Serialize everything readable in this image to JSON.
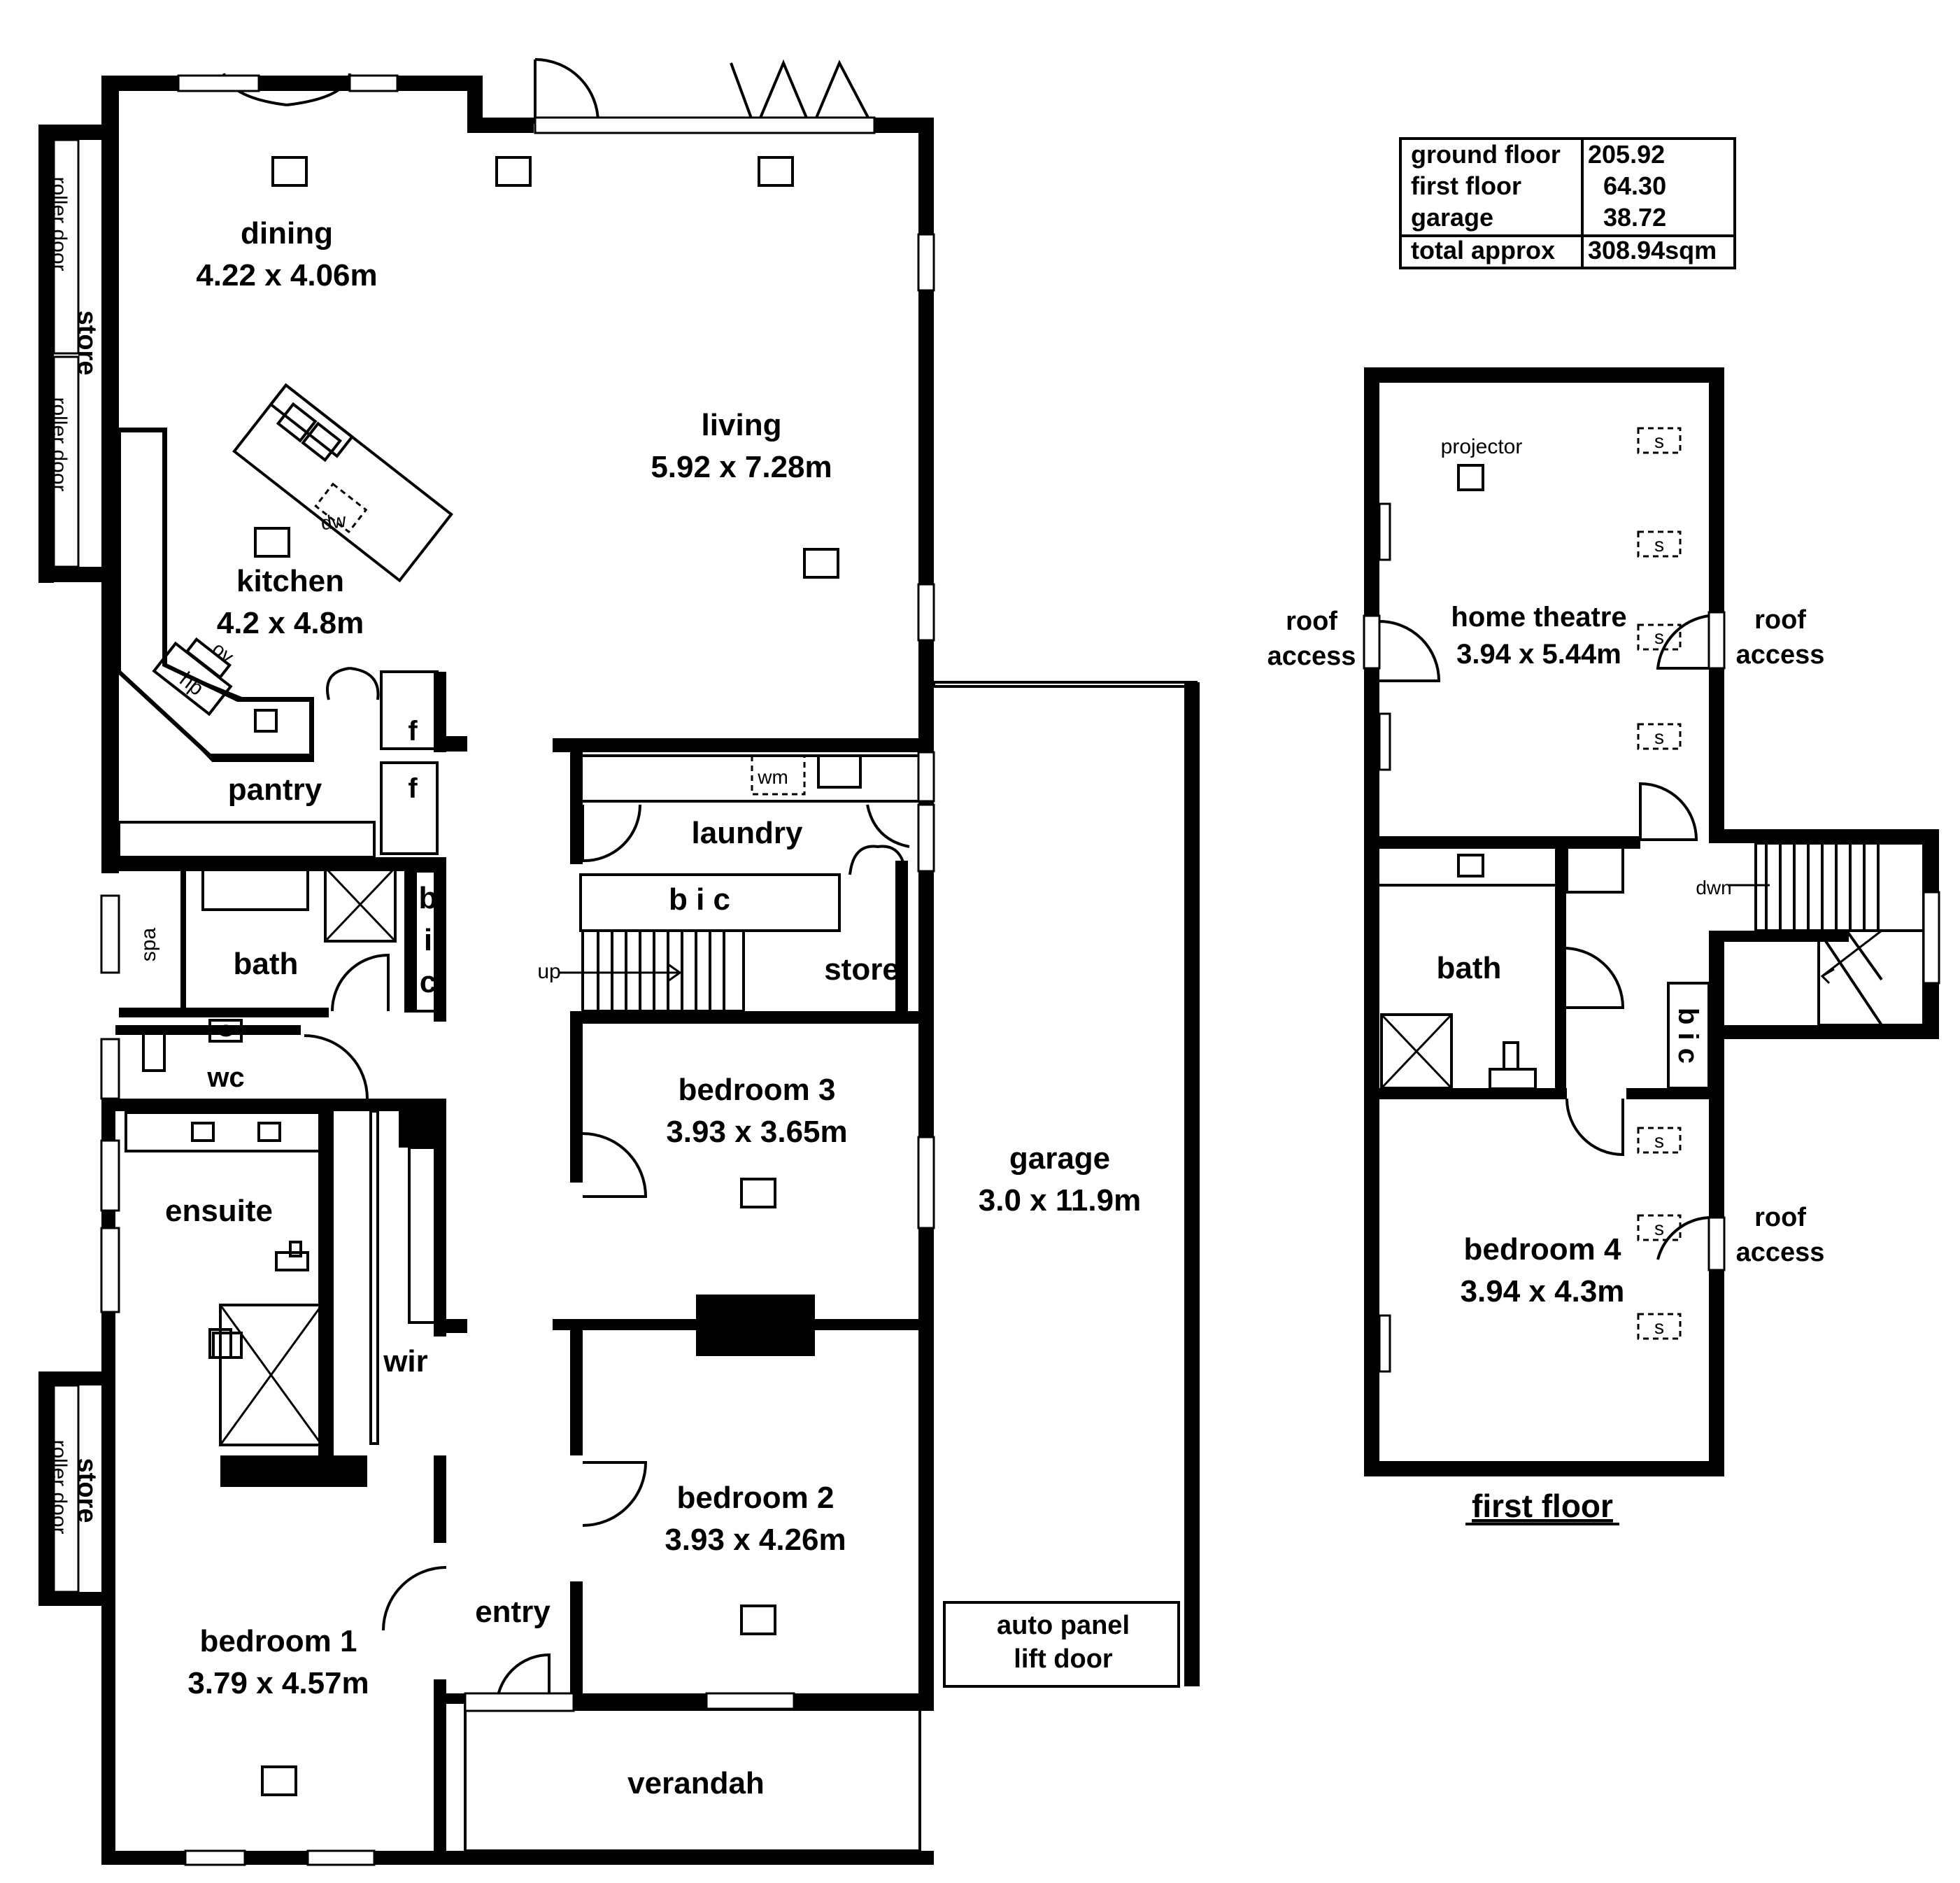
{
  "rooms": {
    "dining": {
      "name": "dining",
      "size": "4.22 x 4.06m"
    },
    "living": {
      "name": "living",
      "size": "5.92 x 7.28m"
    },
    "kitchen": {
      "name": "kitchen",
      "size": "4.2 x 4.8m"
    },
    "pantry": {
      "name": "pantry"
    },
    "laundry": {
      "name": "laundry"
    },
    "bath": {
      "name": "bath"
    },
    "wc": {
      "name": "wc"
    },
    "ensuite": {
      "name": "ensuite"
    },
    "wir": {
      "name": "wir"
    },
    "store_mid": {
      "name": "store"
    },
    "bedroom3": {
      "name": "bedroom 3",
      "size": "3.93 x 3.65m"
    },
    "bedroom2": {
      "name": "bedroom 2",
      "size": "3.93 x 4.26m"
    },
    "bedroom1": {
      "name": "bedroom 1",
      "size": "3.79 x 4.57m"
    },
    "entry": {
      "name": "entry"
    },
    "verandah": {
      "name": "verandah"
    },
    "garage": {
      "name": "garage",
      "size": "3.0 x 11.9m"
    },
    "home_theatre": {
      "name": "home theatre",
      "size": "3.94 x 5.44m"
    },
    "bath_upper": {
      "name": "bath"
    },
    "bedroom4": {
      "name": "bedroom 4",
      "size": "3.94 x 4.3m"
    }
  },
  "labels": {
    "roller_door": "roller door",
    "store": "store",
    "bic": "b i c",
    "b": "b",
    "i": "i",
    "c": "c",
    "f": "f",
    "up": "up",
    "dwn": "dwn",
    "spa": "spa",
    "dw": "dw",
    "ov": "ov",
    "hp": "hp",
    "wm": "wm",
    "projector": "projector",
    "roof": "roof",
    "access": "access",
    "s": "s",
    "auto_panel": "auto panel",
    "lift_door": "lift door",
    "first_floor": "first floor"
  },
  "area_table": {
    "rows": [
      {
        "label": "ground floor",
        "value": "205.92"
      },
      {
        "label": "first floor",
        "value": "64.30"
      },
      {
        "label": "garage",
        "value": "38.72"
      },
      {
        "label": "total approx",
        "value": "308.94sqm"
      }
    ]
  }
}
